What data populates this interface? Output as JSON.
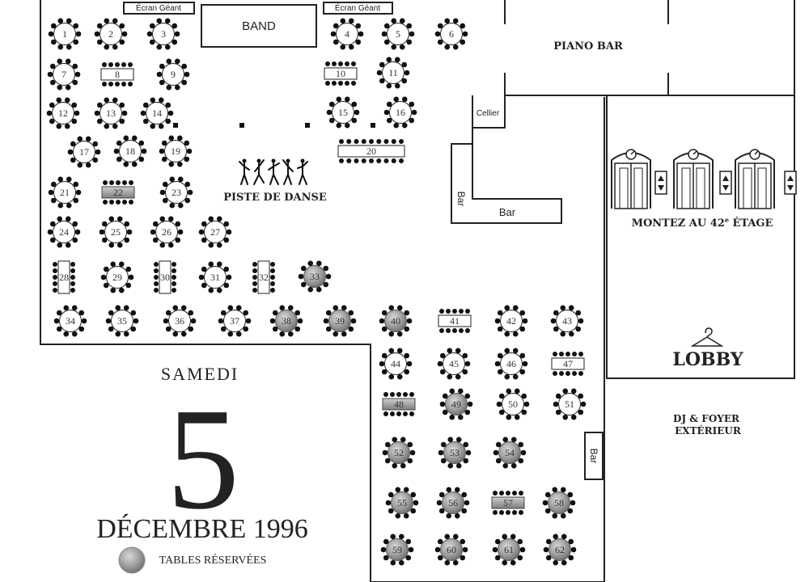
{
  "labels": {
    "screen_left": "Écran Géant",
    "screen_right": "Écran Géant",
    "band": "BAND",
    "piano_bar": "PIANO BAR",
    "cellier": "Cellier",
    "bar_vertical": "Bar",
    "bar_horizontal": "Bar",
    "bar_lower": "Bar",
    "dance_floor": "PISTE DE DANSE",
    "elevator_note_pre": "MONTEZ AU 42",
    "elevator_note_sup": "e",
    "elevator_note_post": " ÉTAGE",
    "lobby": "LOBBY",
    "dj_line1": "DJ & FOYER",
    "dj_line2": "EXTÉRIEUR",
    "date_day": "SAMEDI",
    "date_number": "5",
    "date_month_year": "DÉCEMBRE 1996",
    "legend": "TABLES RÉSERVÉES"
  },
  "colors": {
    "wall": "#222222",
    "reserved_table": "#8a8a8a",
    "table": "#ffffff"
  },
  "icons": {
    "dancers": "dancers-icon",
    "hanger": "hanger-icon",
    "elevator": "elevator-icon"
  },
  "tables": [
    {
      "num": "1",
      "shape": "round",
      "reserved": false
    },
    {
      "num": "2",
      "shape": "round",
      "reserved": false
    },
    {
      "num": "3",
      "shape": "round",
      "reserved": false
    },
    {
      "num": "4",
      "shape": "round",
      "reserved": false
    },
    {
      "num": "5",
      "shape": "round",
      "reserved": false
    },
    {
      "num": "6",
      "shape": "round",
      "reserved": false
    },
    {
      "num": "7",
      "shape": "round",
      "reserved": false
    },
    {
      "num": "8",
      "shape": "rect-h",
      "reserved": false
    },
    {
      "num": "9",
      "shape": "round",
      "reserved": false
    },
    {
      "num": "10",
      "shape": "rect-h",
      "reserved": false
    },
    {
      "num": "11",
      "shape": "round",
      "reserved": false
    },
    {
      "num": "12",
      "shape": "round",
      "reserved": false
    },
    {
      "num": "13",
      "shape": "round",
      "reserved": false
    },
    {
      "num": "14",
      "shape": "round",
      "reserved": false
    },
    {
      "num": "15",
      "shape": "round",
      "reserved": false
    },
    {
      "num": "16",
      "shape": "round",
      "reserved": false
    },
    {
      "num": "17",
      "shape": "round",
      "reserved": false
    },
    {
      "num": "18",
      "shape": "round",
      "reserved": false
    },
    {
      "num": "19",
      "shape": "round",
      "reserved": false
    },
    {
      "num": "20",
      "shape": "rect-long",
      "reserved": false
    },
    {
      "num": "21",
      "shape": "round",
      "reserved": false
    },
    {
      "num": "22",
      "shape": "rect-h",
      "reserved": true
    },
    {
      "num": "23",
      "shape": "round",
      "reserved": false
    },
    {
      "num": "24",
      "shape": "round",
      "reserved": false
    },
    {
      "num": "25",
      "shape": "round",
      "reserved": false
    },
    {
      "num": "26",
      "shape": "round",
      "reserved": false
    },
    {
      "num": "27",
      "shape": "round",
      "reserved": false
    },
    {
      "num": "28",
      "shape": "rect-v",
      "reserved": false
    },
    {
      "num": "29",
      "shape": "round",
      "reserved": false
    },
    {
      "num": "30",
      "shape": "rect-v",
      "reserved": false
    },
    {
      "num": "31",
      "shape": "round",
      "reserved": false
    },
    {
      "num": "32",
      "shape": "rect-v",
      "reserved": false
    },
    {
      "num": "33",
      "shape": "round",
      "reserved": true
    },
    {
      "num": "34",
      "shape": "round",
      "reserved": false
    },
    {
      "num": "35",
      "shape": "round",
      "reserved": false
    },
    {
      "num": "36",
      "shape": "round",
      "reserved": false
    },
    {
      "num": "37",
      "shape": "round",
      "reserved": false
    },
    {
      "num": "38",
      "shape": "round",
      "reserved": true
    },
    {
      "num": "39",
      "shape": "round",
      "reserved": true
    },
    {
      "num": "40",
      "shape": "round",
      "reserved": true
    },
    {
      "num": "41",
      "shape": "rect-h",
      "reserved": false
    },
    {
      "num": "42",
      "shape": "round",
      "reserved": false
    },
    {
      "num": "43",
      "shape": "round",
      "reserved": false
    },
    {
      "num": "44",
      "shape": "round",
      "reserved": false
    },
    {
      "num": "45",
      "shape": "round",
      "reserved": false
    },
    {
      "num": "46",
      "shape": "round",
      "reserved": false
    },
    {
      "num": "47",
      "shape": "rect-h",
      "reserved": false
    },
    {
      "num": "48",
      "shape": "rect-h",
      "reserved": true
    },
    {
      "num": "49",
      "shape": "round",
      "reserved": true
    },
    {
      "num": "50",
      "shape": "round",
      "reserved": false
    },
    {
      "num": "51",
      "shape": "round",
      "reserved": false
    },
    {
      "num": "52",
      "shape": "round",
      "reserved": true
    },
    {
      "num": "53",
      "shape": "round",
      "reserved": true
    },
    {
      "num": "54",
      "shape": "round",
      "reserved": true
    },
    {
      "num": "55",
      "shape": "round",
      "reserved": true
    },
    {
      "num": "56",
      "shape": "round",
      "reserved": true
    },
    {
      "num": "57",
      "shape": "rect-h",
      "reserved": true
    },
    {
      "num": "58",
      "shape": "round",
      "reserved": true
    },
    {
      "num": "59",
      "shape": "round",
      "reserved": true
    },
    {
      "num": "60",
      "shape": "round",
      "reserved": true
    },
    {
      "num": "61",
      "shape": "round",
      "reserved": true
    },
    {
      "num": "62",
      "shape": "round",
      "reserved": true
    }
  ]
}
